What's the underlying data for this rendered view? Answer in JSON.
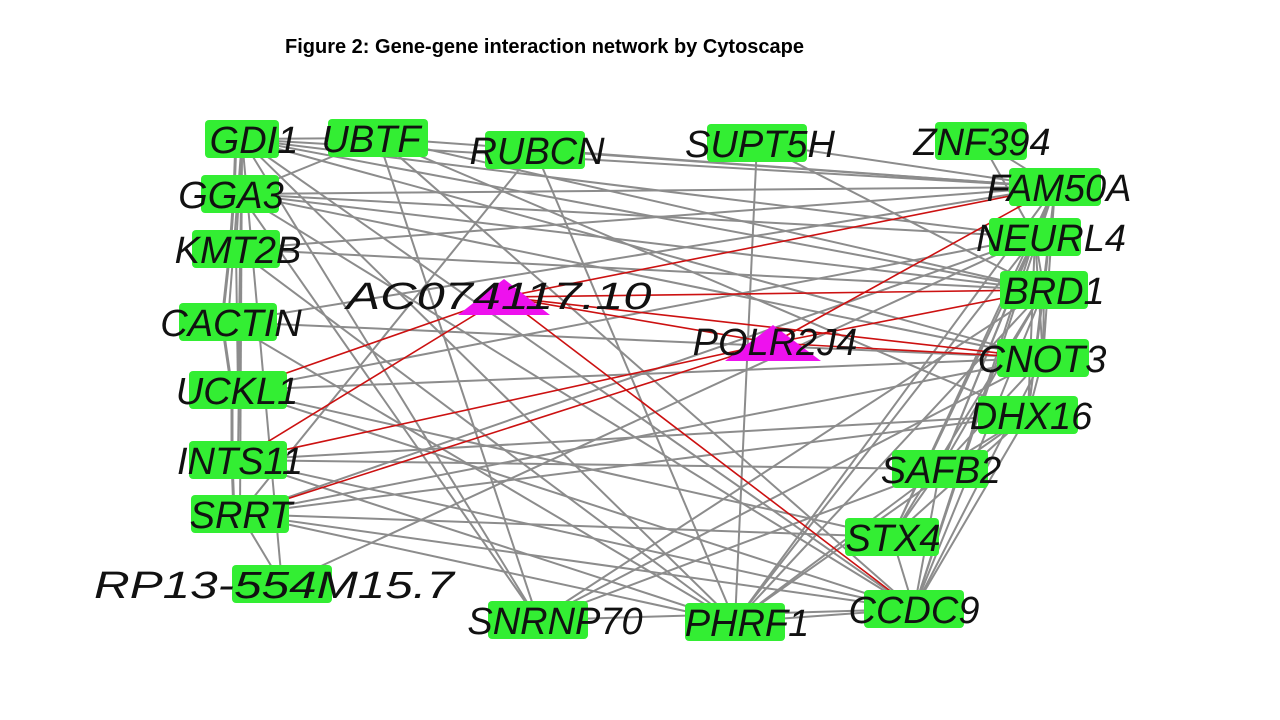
{
  "figure": {
    "title": "Figure 2: Gene-gene interaction network by Cytoscape"
  },
  "colors": {
    "gene_node": "#33ee33",
    "hub_node": "#ee11ee",
    "edge_gray": "#8c8c8c",
    "edge_red": "#cc1111",
    "label": "#111111"
  },
  "network": {
    "genes": [
      "GDI1",
      "UBTF",
      "RUBCN",
      "SUPT5H",
      "ZNF394",
      "GGA3",
      "FAM50A",
      "KMT2B",
      "NEURL4",
      "BRD1",
      "CACTIN",
      "UCKL1",
      "CNOT3",
      "DHX16",
      "INTS11",
      "SAFB2",
      "SRRT",
      "STX4",
      "RP13-554M15.7",
      "SNRNP70",
      "PHRF1",
      "CCDC9"
    ],
    "hubs": [
      "AC074117.10",
      "POLR2J4"
    ],
    "edges": [
      [
        "GDI1",
        "UBTF"
      ],
      [
        "GDI1",
        "GGA3"
      ],
      [
        "GDI1",
        "KMT2B"
      ],
      [
        "GDI1",
        "CACTIN"
      ],
      [
        "GDI1",
        "UCKL1"
      ],
      [
        "GDI1",
        "INTS11"
      ],
      [
        "GDI1",
        "SRRT"
      ],
      [
        "GDI1",
        "RP13-554M15.7"
      ],
      [
        "GDI1",
        "FAM50A"
      ],
      [
        "GDI1",
        "NEURL4"
      ],
      [
        "GDI1",
        "BRD1"
      ],
      [
        "GDI1",
        "CNOT3"
      ],
      [
        "GDI1",
        "SNRNP70"
      ],
      [
        "GDI1",
        "PHRF1"
      ],
      [
        "GDI1",
        "CCDC9"
      ],
      [
        "UBTF",
        "FAM50A"
      ],
      [
        "UBTF",
        "BRD1"
      ],
      [
        "UBTF",
        "SNRNP70"
      ],
      [
        "UBTF",
        "CCDC9"
      ],
      [
        "UBTF",
        "GGA3"
      ],
      [
        "UBTF",
        "DHX16"
      ],
      [
        "RUBCN",
        "FAM50A"
      ],
      [
        "RUBCN",
        "PHRF1"
      ],
      [
        "RUBCN",
        "SRRT"
      ],
      [
        "SUPT5H",
        "FAM50A"
      ],
      [
        "SUPT5H",
        "BRD1"
      ],
      [
        "SUPT5H",
        "PHRF1"
      ],
      [
        "ZNF394",
        "FAM50A"
      ],
      [
        "ZNF394",
        "NEURL4"
      ],
      [
        "GGA3",
        "FAM50A"
      ],
      [
        "GGA3",
        "NEURL4"
      ],
      [
        "GGA3",
        "BRD1"
      ],
      [
        "GGA3",
        "CNOT3"
      ],
      [
        "GGA3",
        "CCDC9"
      ],
      [
        "GGA3",
        "SNRNP70"
      ],
      [
        "KMT2B",
        "FAM50A"
      ],
      [
        "KMT2B",
        "BRD1"
      ],
      [
        "KMT2B",
        "PHRF1"
      ],
      [
        "KMT2B",
        "UCKL1"
      ],
      [
        "CACTIN",
        "FAM50A"
      ],
      [
        "CACTIN",
        "PHRF1"
      ],
      [
        "CACTIN",
        "CNOT3"
      ],
      [
        "UCKL1",
        "NEURL4"
      ],
      [
        "UCKL1",
        "CNOT3"
      ],
      [
        "UCKL1",
        "STX4"
      ],
      [
        "UCKL1",
        "CCDC9"
      ],
      [
        "INTS11",
        "DHX16"
      ],
      [
        "INTS11",
        "CCDC9"
      ],
      [
        "INTS11",
        "PHRF1"
      ],
      [
        "INTS11",
        "SAFB2"
      ],
      [
        "SRRT",
        "NEURL4"
      ],
      [
        "SRRT",
        "CNOT3"
      ],
      [
        "SRRT",
        "DHX16"
      ],
      [
        "SRRT",
        "CCDC9"
      ],
      [
        "SRRT",
        "STX4"
      ],
      [
        "SRRT",
        "PHRF1"
      ],
      [
        "RP13-554M15.7",
        "NEURL4"
      ],
      [
        "RP13-554M15.7",
        "SRRT"
      ],
      [
        "SNRNP70",
        "BRD1"
      ],
      [
        "SNRNP70",
        "CNOT3"
      ],
      [
        "SNRNP70",
        "CCDC9"
      ],
      [
        "SNRNP70",
        "SAFB2"
      ],
      [
        "PHRF1",
        "FAM50A"
      ],
      [
        "PHRF1",
        "NEURL4"
      ],
      [
        "PHRF1",
        "BRD1"
      ],
      [
        "PHRF1",
        "CCDC9"
      ],
      [
        "PHRF1",
        "DHX16"
      ],
      [
        "PHRF1",
        "SAFB2"
      ],
      [
        "CCDC9",
        "FAM50A"
      ],
      [
        "CCDC9",
        "NEURL4"
      ],
      [
        "CCDC9",
        "BRD1"
      ],
      [
        "CCDC9",
        "CNOT3"
      ],
      [
        "CCDC9",
        "DHX16"
      ],
      [
        "CCDC9",
        "SAFB2"
      ],
      [
        "CCDC9",
        "STX4"
      ],
      [
        "FAM50A",
        "NEURL4"
      ],
      [
        "FAM50A",
        "BRD1"
      ],
      [
        "FAM50A",
        "CNOT3"
      ],
      [
        "FAM50A",
        "DHX16"
      ],
      [
        "FAM50A",
        "SAFB2"
      ],
      [
        "FAM50A",
        "STX4"
      ],
      [
        "NEURL4",
        "BRD1"
      ],
      [
        "NEURL4",
        "CNOT3"
      ],
      [
        "NEURL4",
        "DHX16"
      ],
      [
        "NEURL4",
        "SAFB2"
      ],
      [
        "NEURL4",
        "STX4"
      ],
      [
        "BRD1",
        "CNOT3"
      ],
      [
        "BRD1",
        "DHX16"
      ],
      [
        "BRD1",
        "SAFB2"
      ],
      [
        "BRD1",
        "STX4"
      ],
      [
        "CNOT3",
        "DHX16"
      ],
      [
        "CNOT3",
        "SAFB2"
      ],
      [
        "DHX16",
        "SAFB2"
      ],
      [
        "SAFB2",
        "STX4"
      ],
      [
        "DHX16",
        "STX4"
      ]
    ],
    "red_edges": [
      [
        "AC074117.10",
        "FAM50A"
      ],
      [
        "AC074117.10",
        "BRD1"
      ],
      [
        "AC074117.10",
        "CNOT3"
      ],
      [
        "AC074117.10",
        "UCKL1"
      ],
      [
        "AC074117.10",
        "INTS11"
      ],
      [
        "AC074117.10",
        "CCDC9"
      ],
      [
        "POLR2J4",
        "FAM50A"
      ],
      [
        "POLR2J4",
        "BRD1"
      ],
      [
        "POLR2J4",
        "CNOT3"
      ],
      [
        "POLR2J4",
        "INTS11"
      ],
      [
        "POLR2J4",
        "SRRT"
      ],
      [
        "AC074117.10",
        "POLR2J4"
      ]
    ]
  }
}
